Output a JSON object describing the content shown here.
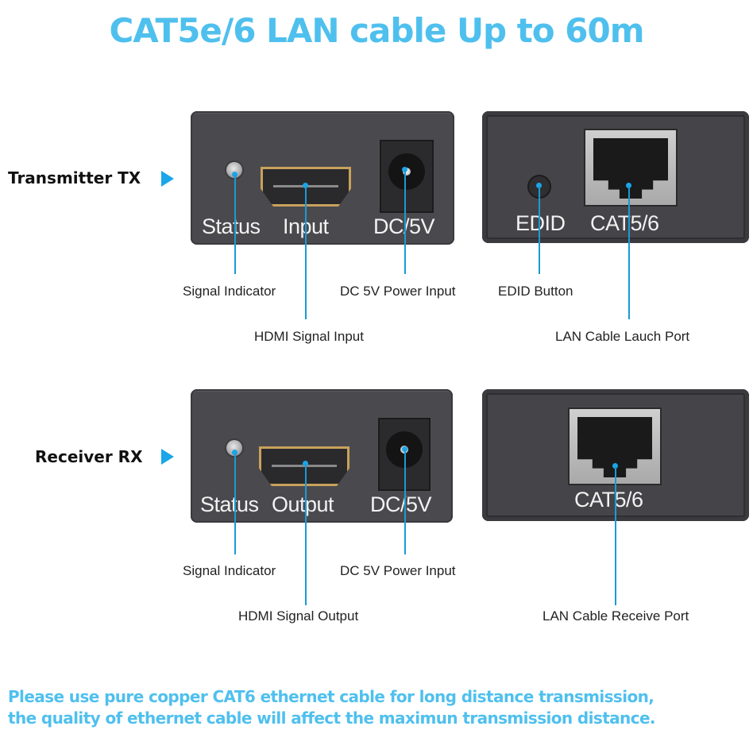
{
  "title": "CAT5e/6 LAN cable Up to 60m",
  "colors": {
    "accent": "#4fc0ee",
    "arrow": "#1aa6e8",
    "callout_line": "#1a9ad6",
    "panel": "#4a4a4e",
    "hdmi_gold": "#c9a15c"
  },
  "transmitter": {
    "label": "Transmitter TX",
    "front_panel": {
      "status_label": "Status",
      "port_label": "Input",
      "power_label": "DC/5V"
    },
    "rear_panel": {
      "button_label": "EDID",
      "port_label": "CAT5/6"
    },
    "callouts": {
      "signal_indicator": "Signal Indicator",
      "hdmi": "HDMI Signal Input",
      "power": "DC 5V Power Input",
      "edid": "EDID Button",
      "lan": "LAN Cable Lauch Port"
    }
  },
  "receiver": {
    "label": "Receiver RX",
    "front_panel": {
      "status_label": "Status",
      "port_label": "Output",
      "power_label": "DC/5V"
    },
    "rear_panel": {
      "port_label": "CAT5/6"
    },
    "callouts": {
      "signal_indicator": "Signal Indicator",
      "hdmi": "HDMI Signal Output",
      "power": "DC 5V Power Input",
      "lan": "LAN Cable Receive Port"
    }
  },
  "note": {
    "line1": "Please use pure copper CAT6 ethernet cable for long distance transmission,",
    "line2": "the quality of ethernet cable will affect the maximun transmission distance."
  }
}
